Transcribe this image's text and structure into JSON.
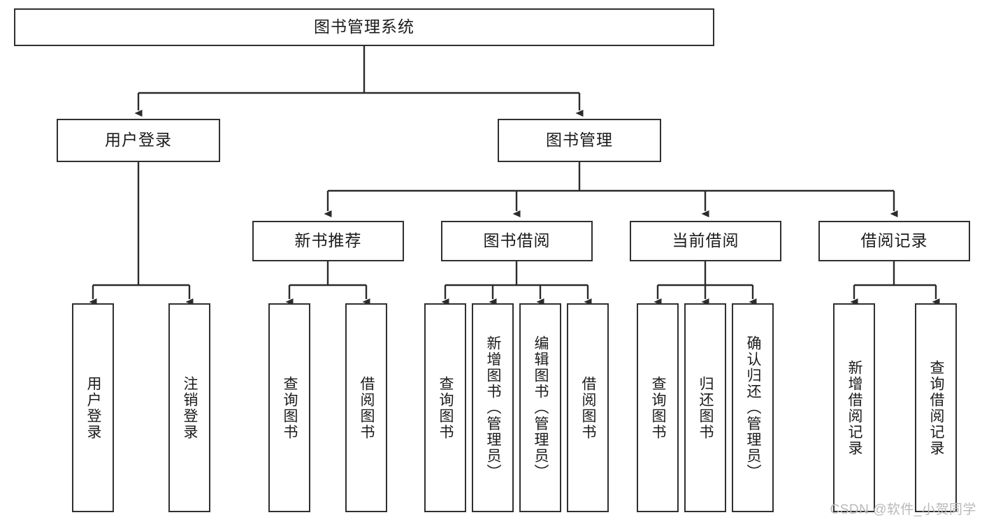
{
  "diagram": {
    "title": "图书管理系统",
    "type": "tree-hierarchy-chart",
    "watermark": "CSDN @软件_小贺同学",
    "colors": {
      "box_border": "#30302f",
      "box_fill": "#ffffff",
      "edge": "#2b2b2b",
      "text": "#1b1b1b",
      "watermark": "#b9b9b9",
      "background": "#ffffff"
    },
    "root": {
      "label": "图书管理系统"
    },
    "level2": [
      {
        "label": "用户登录"
      },
      {
        "label": "图书管理"
      }
    ],
    "level3": [
      {
        "label": "新书推荐"
      },
      {
        "label": "图书借阅"
      },
      {
        "label": "当前借阅"
      },
      {
        "label": "借阅记录"
      }
    ],
    "leaves": {
      "user_login": [
        {
          "label": "用户登录"
        },
        {
          "label": "注销登录"
        }
      ],
      "new_book_recommend": [
        {
          "label": "查询图书"
        },
        {
          "label": "借阅图书"
        }
      ],
      "book_borrow": [
        {
          "label": "查询图书"
        },
        {
          "label": "新增图书（管理员）"
        },
        {
          "label": "编辑图书（管理员）"
        },
        {
          "label": "借阅图书"
        }
      ],
      "current_borrow": [
        {
          "label": "查询图书"
        },
        {
          "label": "归还图书"
        },
        {
          "label": "确认归还（管理员）"
        }
      ],
      "borrow_record": [
        {
          "label": "新增借阅记录"
        },
        {
          "label": "查询借阅记录"
        }
      ]
    }
  }
}
